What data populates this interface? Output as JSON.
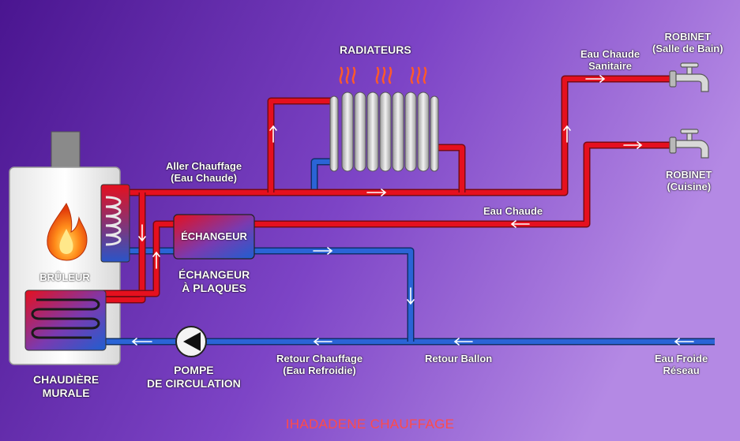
{
  "labels": {
    "radiateurs": "RADIATEURS",
    "robinet_sdb_1": "ROBINET",
    "robinet_sdb_2": "(Salle de Bain)",
    "eau_chaude_sanitaire_1": "Eau Chaude",
    "eau_chaude_sanitaire_2": "Sanitaire",
    "robinet_cuisine_1": "ROBINET",
    "robinet_cuisine_2": "(Cuisine)",
    "aller_chauffage_1": "Aller Chauffage",
    "aller_chauffage_2": "(Eau Chaude)",
    "eau_chaude": "Eau Chaude",
    "echangeur_box": "ÉCHANGEUR",
    "echangeur_plaques_1": "ÉCHANGEUR",
    "echangeur_plaques_2": "À PLAQUES",
    "bruleur": "BRÛLEUR",
    "chaudiere_1": "CHAUDIÈRE",
    "chaudiere_2": "MURALE",
    "pompe_1": "POMPE",
    "pompe_2": "DE CIRCULATION",
    "retour_chauffage_1": "Retour Chauffage",
    "retour_chauffage_2": "(Eau Refroidie)",
    "retour_ballon": "Retour Ballon",
    "eau_froide_1": "Eau Froide",
    "eau_froide_2": "Réseau",
    "footer": "IHADADENE CHAUFFAGE"
  },
  "colors": {
    "background_start": "#4a1590",
    "background_end": "#b07ee0",
    "hot_pipe": "#e5101e",
    "cold_pipe": "#1f5fd0",
    "footer_text": "#ff4a4a"
  },
  "icons": [
    "flame-icon",
    "radiator-icon",
    "heat-waves-icon",
    "faucet-icon",
    "pump-icon",
    "flow-arrow-icon"
  ]
}
